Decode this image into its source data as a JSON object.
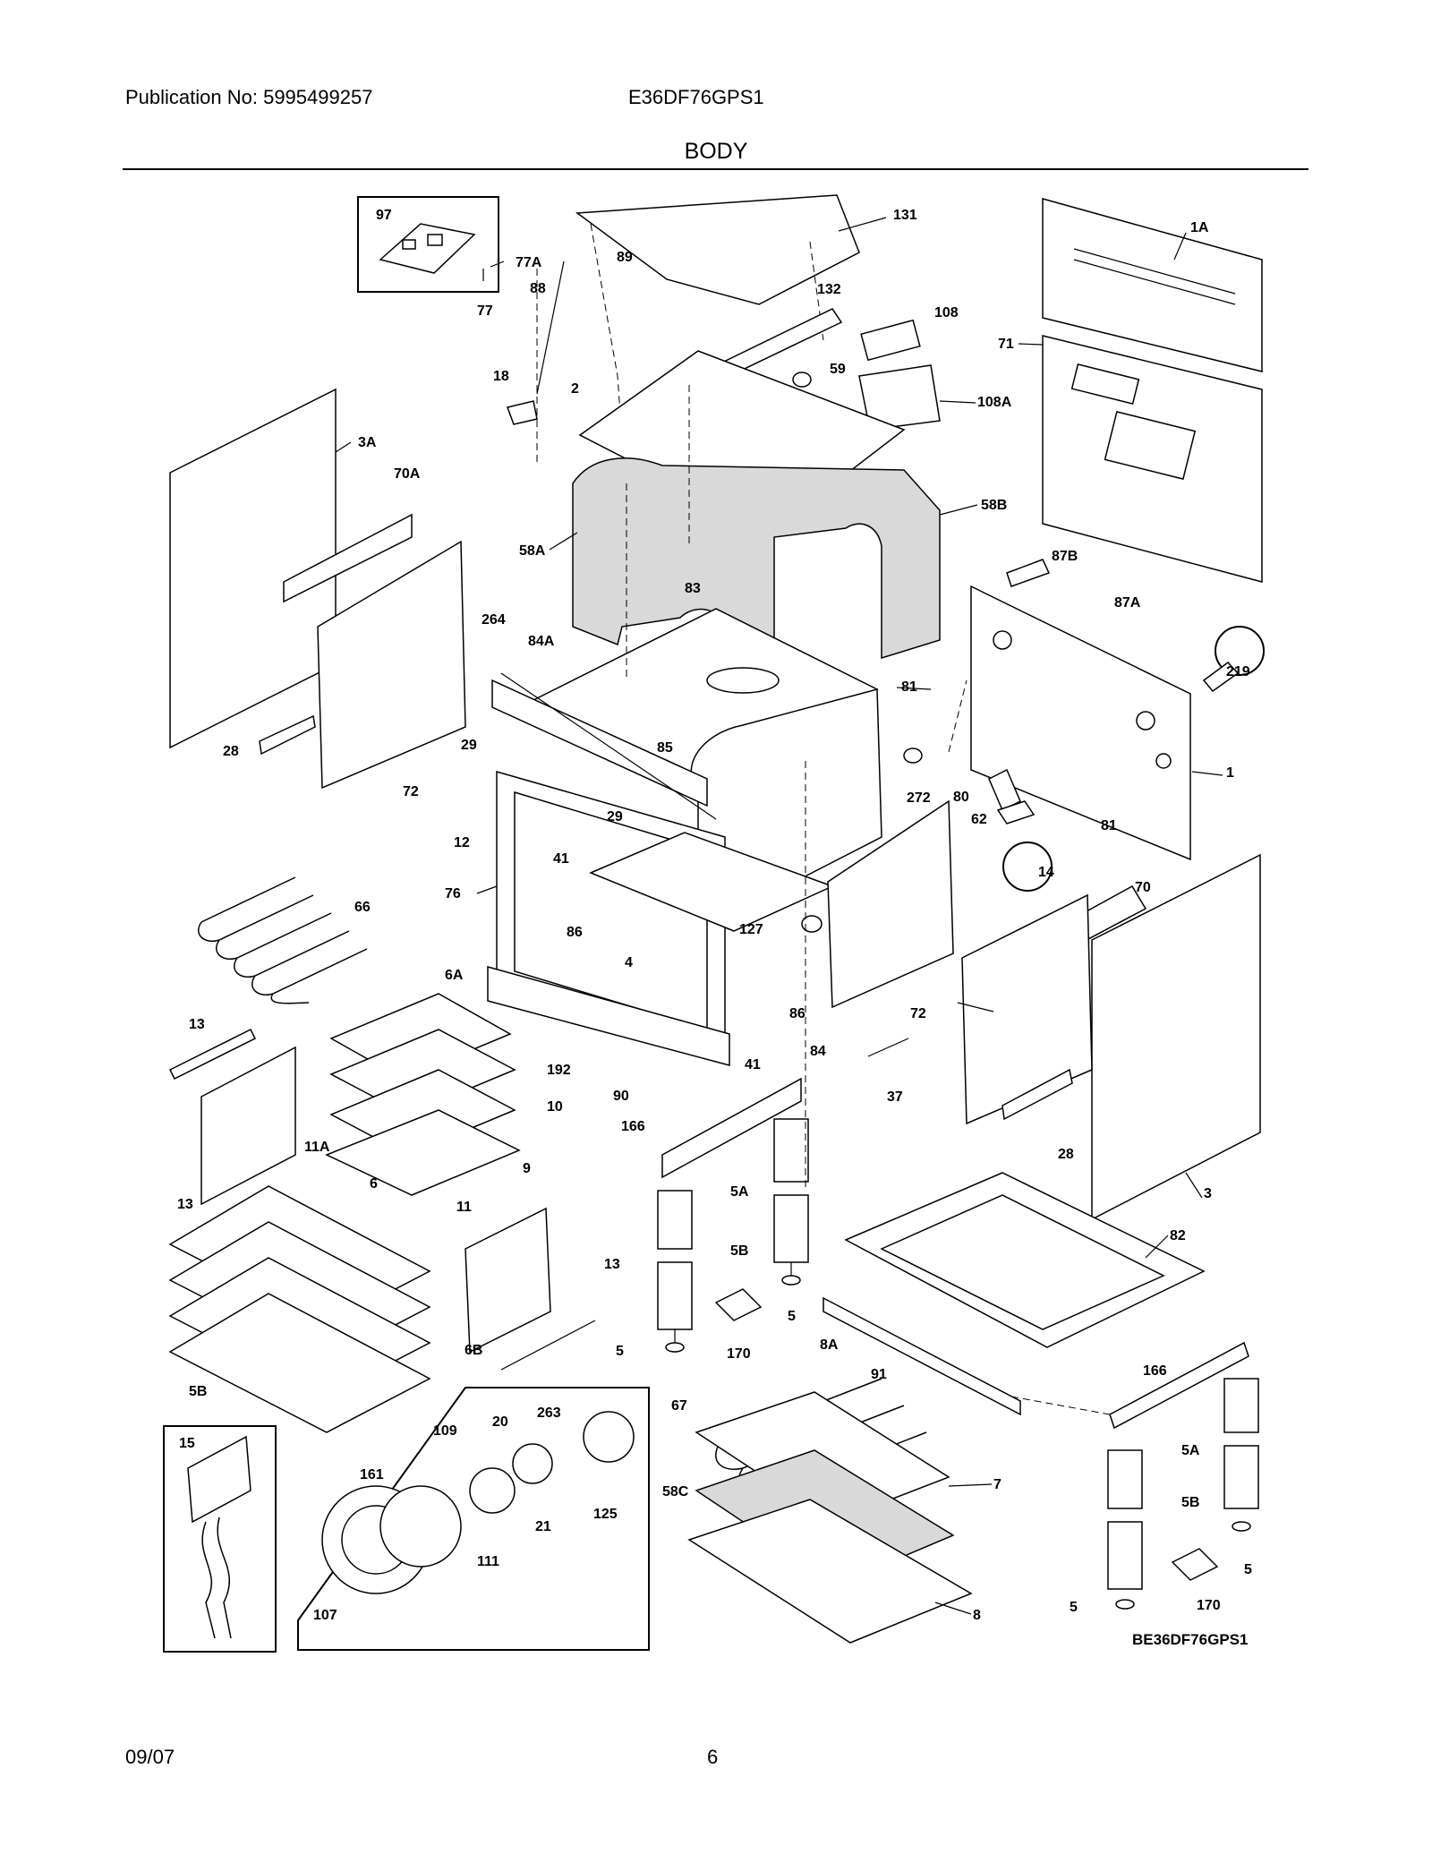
{
  "header": {
    "publication": "Publication No: 5995499257",
    "model": "E36DF76GPS1",
    "section": "BODY"
  },
  "footer": {
    "date": "09/07",
    "page": "6"
  },
  "diagram": {
    "id": "BE36DF76GPS1",
    "callouts": {
      "c97": "97",
      "c77A": "77A",
      "c77": "77",
      "c89": "89",
      "c88": "88",
      "c131": "131",
      "c132": "132",
      "c108": "108",
      "c108A": "108A",
      "c59": "59",
      "c1A": "1A",
      "c71": "71",
      "c18": "18",
      "c2": "2",
      "c3A": "3A",
      "c70A": "70A",
      "c58A": "58A",
      "c58B": "58B",
      "c87B": "87B",
      "c87A": "87A",
      "c219": "219",
      "c264": "264",
      "c84A": "84A",
      "c83": "83",
      "c81a": "81",
      "c81b": "81",
      "c28a": "28",
      "c29a": "29",
      "c72a": "72",
      "c85": "85",
      "c272": "272",
      "c80": "80",
      "c62": "62",
      "c1": "1",
      "c12": "12",
      "c29b": "29",
      "c41a": "41",
      "c76": "76",
      "c86a": "86",
      "c14": "14",
      "c70": "70",
      "c66": "66",
      "c127": "127",
      "c4": "4",
      "c6A": "6A",
      "c13a": "13",
      "c86b": "86",
      "c72b": "72",
      "c84": "84",
      "c41b": "41",
      "c192": "192",
      "c10": "10",
      "c90": "90",
      "c37": "37",
      "c166a": "166",
      "c11A": "11A",
      "c9": "9",
      "c28b": "28",
      "c13b": "13",
      "c6": "6",
      "c5Aa": "5A",
      "c3": "3",
      "c11": "11",
      "c13c": "13",
      "c82": "82",
      "c5Ba": "5B",
      "c6B": "6B",
      "c5a": "5",
      "c170a": "170",
      "c5b": "5",
      "c91": "91",
      "c5Ba2": "5B",
      "c8A": "8A",
      "c166b": "166",
      "c15": "15",
      "c20": "20",
      "c263": "263",
      "c67": "67",
      "c109": "109",
      "c161": "161",
      "c7": "7",
      "c5Ab": "5A",
      "c58C": "58C",
      "c21": "21",
      "c125": "125",
      "c5Bb": "5B",
      "c111": "111",
      "c5c": "5",
      "c107": "107",
      "c8": "8",
      "c5d": "5",
      "c170b": "170"
    }
  }
}
